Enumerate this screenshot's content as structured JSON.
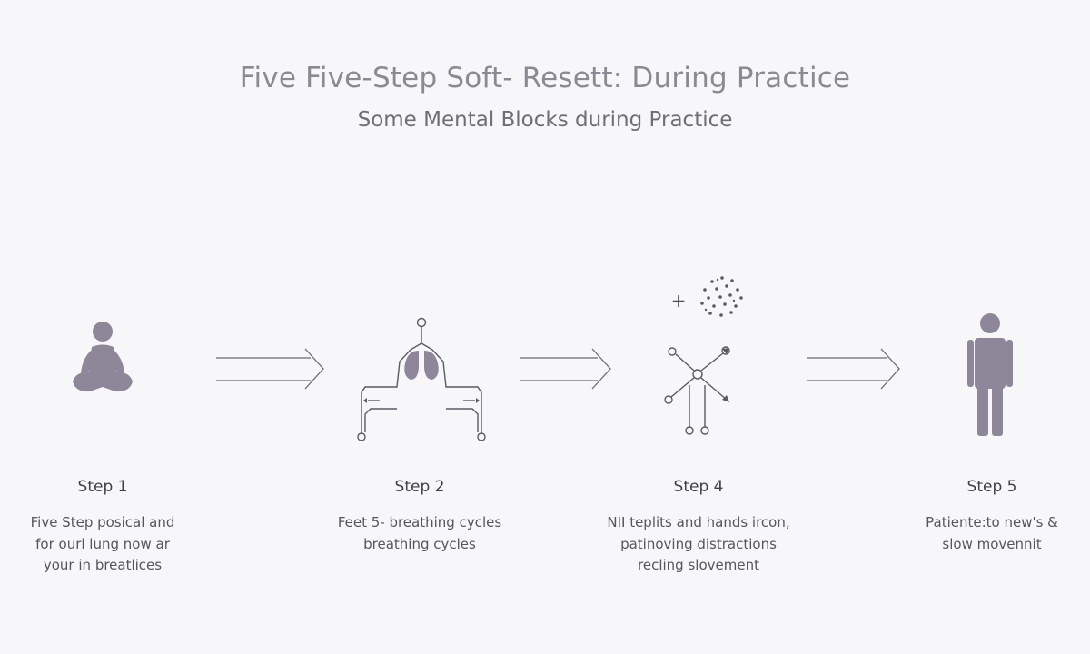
{
  "header": {
    "title": "Five Five-Step Soft- Resett: During Practice",
    "subtitle": "Some Mental Blocks during Practice"
  },
  "colors": {
    "icon_fill": "#8d8799",
    "line": "#5a5a62",
    "arrow": "#6a6a72",
    "text": "#4a4a52"
  },
  "steps": [
    {
      "label": "Step 1",
      "icon": "meditation-icon",
      "lines": [
        "Five Step posical and",
        "for ourl lung now ar",
        "your in breatlices"
      ]
    },
    {
      "label": "Step 2",
      "icon": "lungs-icon",
      "lines": [
        "Feet 5- breathing cycles",
        "breathing cycles"
      ]
    },
    {
      "label": "Step 4",
      "icon": "scattered-attention-icon",
      "lines": [
        "NII teplits and hands ircon,",
        "patinoving distractions",
        "recling slovement"
      ]
    },
    {
      "label": "Step 5",
      "icon": "standing-person-icon",
      "lines": [
        "Patiente:to new's &",
        "slow movennit"
      ]
    }
  ],
  "decor": {
    "plus_symbol": "+"
  }
}
